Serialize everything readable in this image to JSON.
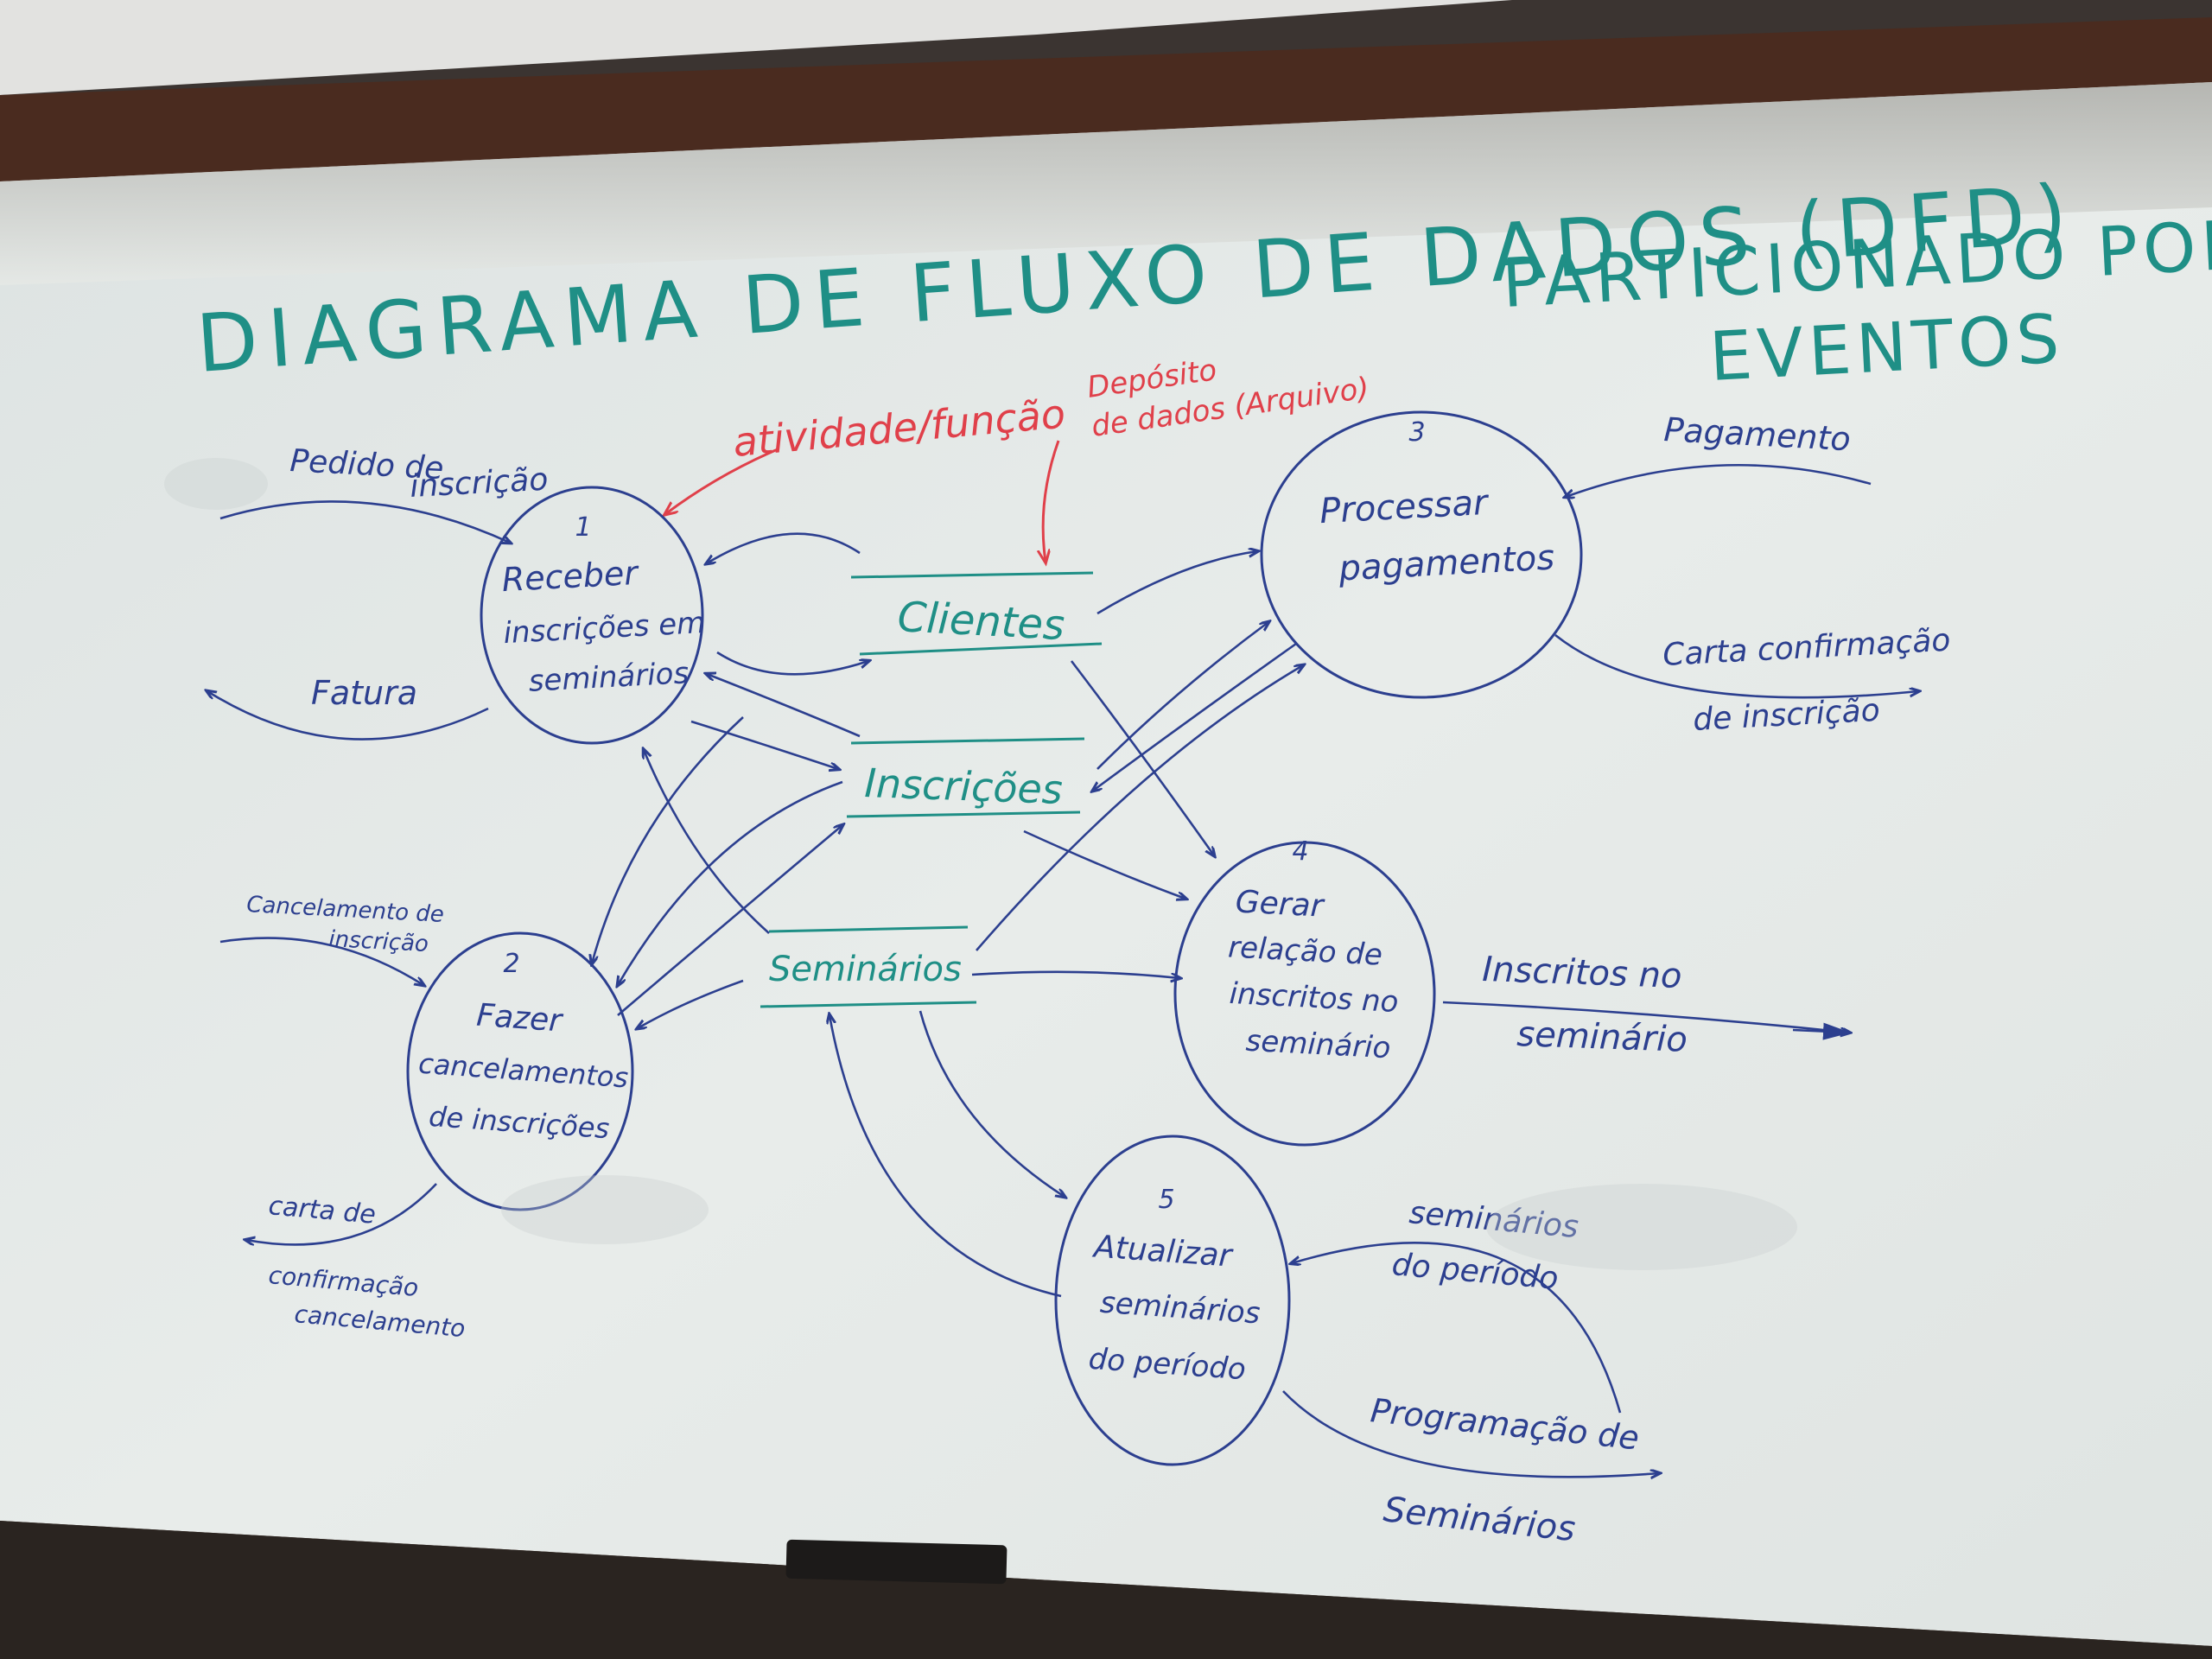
{
  "title": {
    "main": "DIAGRAMA DE FLUXO DE DADOS (DFD)",
    "sub_line1": "PARTICIONADO POR",
    "sub_line2": "EVENTOS"
  },
  "annotations": {
    "process_note": "atividade/função",
    "store_note_line1": "Depósito",
    "store_note_line2": "de dados (Arquivo)"
  },
  "processes": [
    {
      "number": "1",
      "lines": [
        "Receber",
        "inscrições em",
        "seminários"
      ]
    },
    {
      "number": "2",
      "lines": [
        "Fazer",
        "cancelamentos",
        "de inscrições"
      ]
    },
    {
      "number": "3",
      "lines": [
        "Processar",
        "pagamentos"
      ]
    },
    {
      "number": "4",
      "lines": [
        "Gerar",
        "relação de",
        "inscritos no",
        "seminário"
      ]
    },
    {
      "number": "5",
      "lines": [
        "Atualizar",
        "seminários",
        "do período"
      ]
    }
  ],
  "stores": {
    "clientes": "Clientes",
    "inscricoes": "Inscrições",
    "seminarios": "Seminários"
  },
  "flows": {
    "pedido": [
      "Pedido de",
      "inscrição"
    ],
    "fatura": "Fatura",
    "cancelamento": [
      "Cancelamento de",
      "inscrição"
    ],
    "carta_cancel": [
      "carta de",
      "confirmação",
      "cancelamento"
    ],
    "pagamento": "Pagamento",
    "carta_conf": [
      "Carta confirmação",
      "de inscrição"
    ],
    "inscritos": [
      "Inscritos no",
      "seminário"
    ],
    "seminarios_periodo": [
      "seminários",
      "do período"
    ],
    "programacao": [
      "Programação de",
      "Seminários"
    ]
  },
  "colors": {
    "board": "#e4e8e6",
    "frame": "#4a2a1e",
    "marker_blue": "#2c3f8f",
    "marker_teal": "#1f8f86",
    "marker_red": "#e0404a"
  }
}
